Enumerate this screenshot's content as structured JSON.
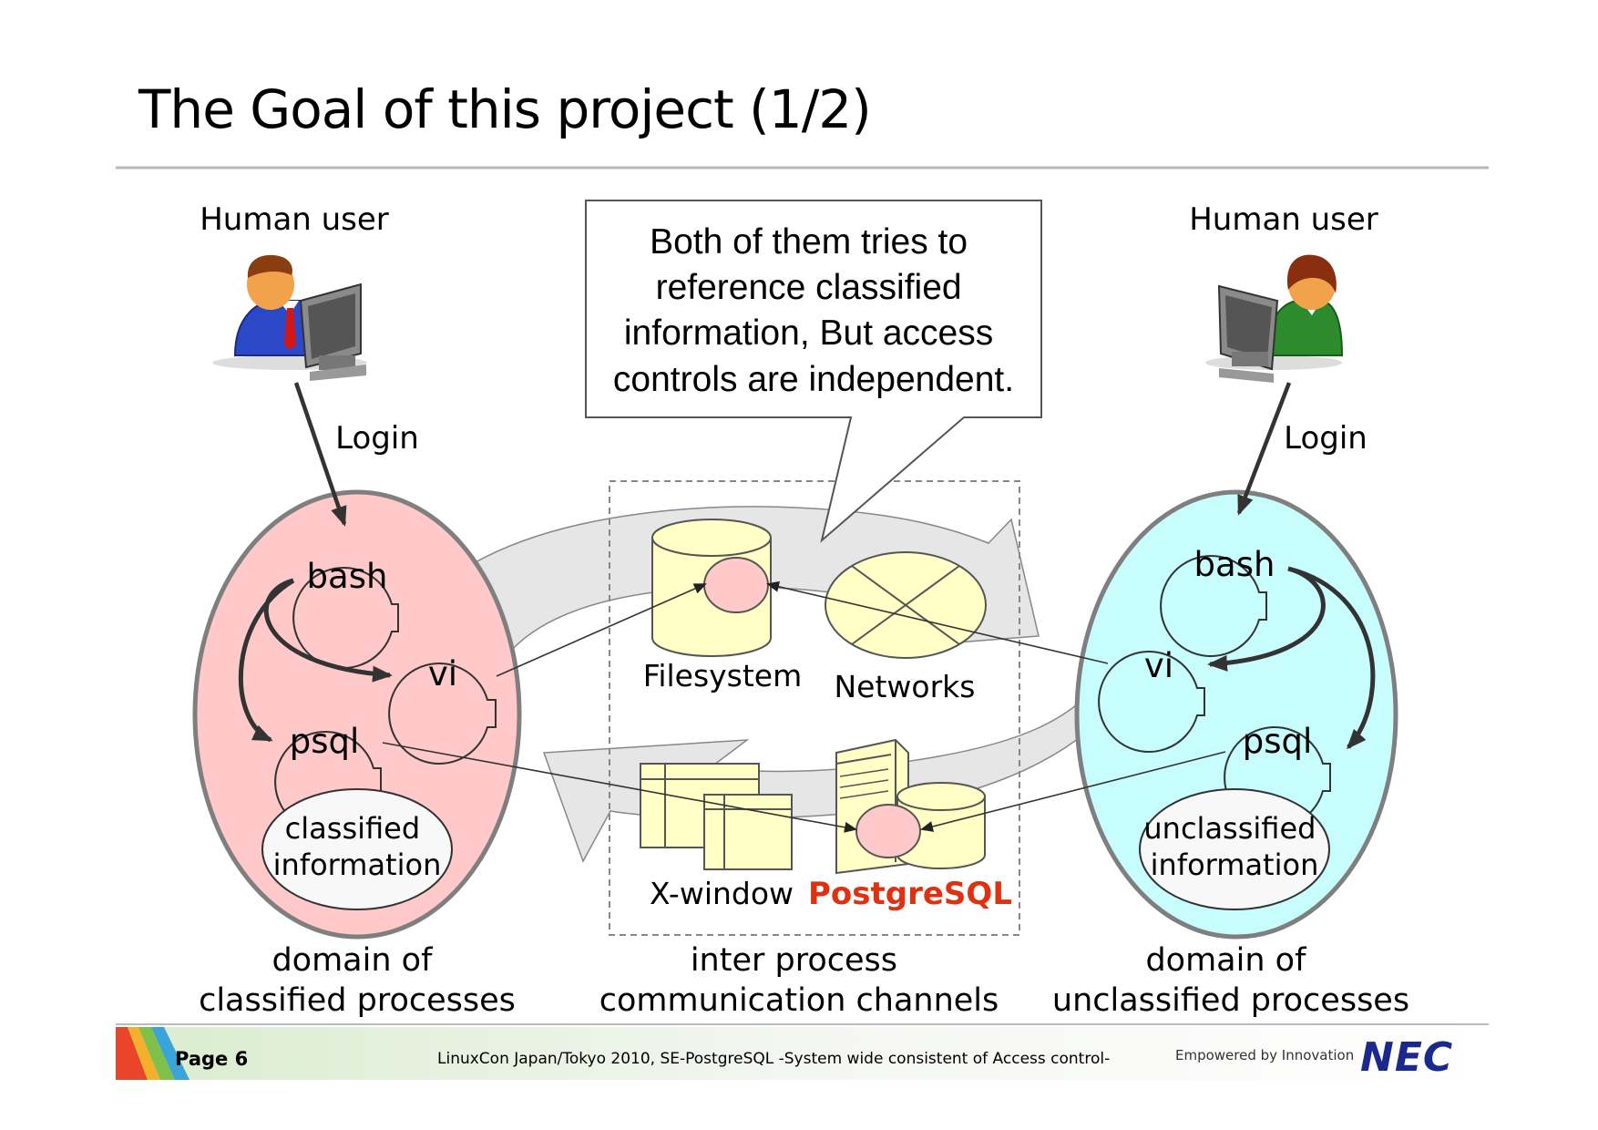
{
  "title": "The Goal of this project (1/2)",
  "left_user": {
    "label": "Human user",
    "login_label": "Login"
  },
  "right_user": {
    "label": "Human user",
    "login_label": "Login"
  },
  "callout": {
    "lines": [
      "Both of them tries to",
      "reference classified",
      "information, But access",
      "controls are independent."
    ]
  },
  "classified_domain": {
    "processes": [
      "bash",
      "vi",
      "psql"
    ],
    "info_lines": [
      "classified",
      "information"
    ],
    "caption_lines": [
      "domain of",
      "classified processes"
    ]
  },
  "unclassified_domain": {
    "processes": [
      "bash",
      "vi",
      "psql"
    ],
    "info_lines": [
      "unclassified",
      "information"
    ],
    "caption_lines": [
      "domain of",
      "unclassified processes"
    ]
  },
  "ipc": {
    "filesystem": "Filesystem",
    "networks": "Networks",
    "xwindow": "X-window",
    "postgresql": "PostgreSQL",
    "caption_lines": [
      "inter process",
      "communication channels"
    ]
  },
  "footer": {
    "page": "Page 6",
    "event": "LinuxCon Japan/Tokyo 2010, SE-PostgreSQL -System wide consistent of Access control-",
    "tagline": "Empowered by Innovation",
    "logo": "NEC"
  },
  "colors": {
    "classified_fill": "#ffc9c9",
    "unclassified_fill": "#c8fdfd",
    "resource_fill": "#ffffc6",
    "postgresql_text": "#e03010",
    "logo": "#1a2a8c"
  }
}
